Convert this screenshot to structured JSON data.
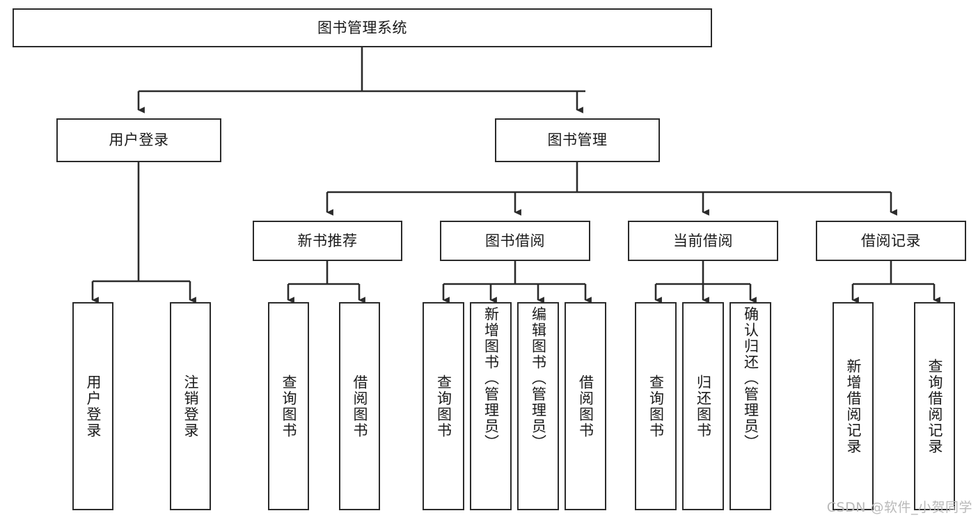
{
  "diagram": {
    "title": "图书管理系统",
    "type": "tree",
    "orientation": "top-down",
    "colors": {
      "box_border": "#2b2b2b",
      "box_fill": "#ffffff",
      "connector": "#2b2b2b",
      "text": "#1a1a1a",
      "watermark": "#b9b9b9",
      "background": "#ffffff"
    },
    "watermark": "CSDN @软件_小贺同学"
  },
  "nodes": {
    "root": {
      "label": "图书管理系统",
      "level": 1
    },
    "level2": [
      {
        "id": "user-login",
        "label": "用户登录"
      },
      {
        "id": "book-manage",
        "label": "图书管理"
      }
    ],
    "level3": [
      {
        "id": "new-book-recommend",
        "label": "新书推荐",
        "parent": "book-manage"
      },
      {
        "id": "book-borrow",
        "label": "图书借阅",
        "parent": "book-manage"
      },
      {
        "id": "current-borrow",
        "label": "当前借阅",
        "parent": "book-manage"
      },
      {
        "id": "borrow-record",
        "label": "借阅记录",
        "parent": "book-manage"
      }
    ],
    "leaves": {
      "user-login": [
        {
          "id": "leaf-user-login",
          "label": "用户登录"
        },
        {
          "id": "leaf-user-logout",
          "label": "注销登录"
        }
      ],
      "new-book-recommend": [
        {
          "id": "leaf-query-book-1",
          "label": "查询图书"
        },
        {
          "id": "leaf-borrow-book-1",
          "label": "借阅图书"
        }
      ],
      "book-borrow": [
        {
          "id": "leaf-query-book-2",
          "label": "查询图书"
        },
        {
          "id": "leaf-add-book",
          "label": "新增图书（管理员）"
        },
        {
          "id": "leaf-edit-book",
          "label": "编辑图书（管理员）"
        },
        {
          "id": "leaf-borrow-book-2",
          "label": "借阅图书"
        }
      ],
      "current-borrow": [
        {
          "id": "leaf-query-book-3",
          "label": "查询图书"
        },
        {
          "id": "leaf-return-book",
          "label": "归还图书"
        },
        {
          "id": "leaf-confirm-return",
          "label": "确认归还（管理员）"
        }
      ],
      "borrow-record": [
        {
          "id": "leaf-add-record",
          "label": "新增借阅记录"
        },
        {
          "id": "leaf-query-record",
          "label": "查询借阅记录"
        }
      ]
    }
  }
}
